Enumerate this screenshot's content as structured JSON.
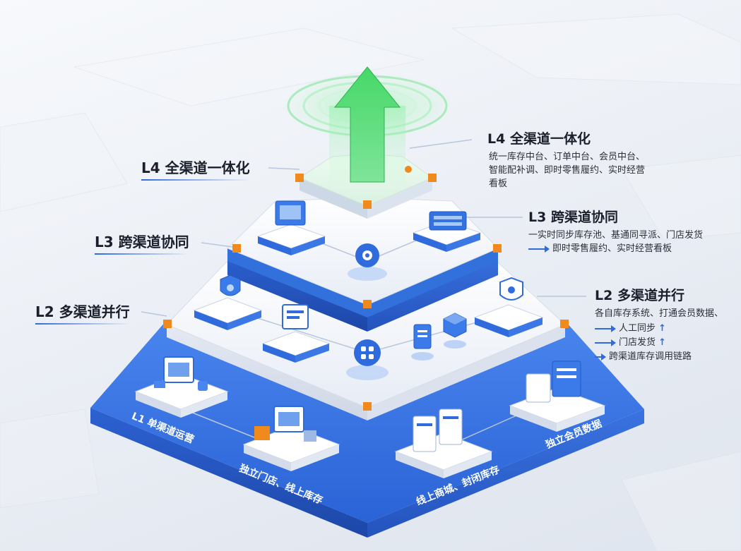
{
  "left_labels": {
    "l4": "L4 全渠道一体化",
    "l3": "L3 跨渠道协同",
    "l2": "L2 多渠道并行"
  },
  "right_panels": {
    "l4": {
      "title": "L4 全渠道一体化",
      "line1": "统一库存中台、订单中台、会员中台、",
      "line2": "智能配补调、即时零售履约、实时经营",
      "line3": "看板"
    },
    "l3": {
      "title": "L3 跨渠道协同",
      "line1": "一实时同步库存池、基通同寻派、门店发货",
      "line2": "即时零售履约、实时经营看板"
    },
    "l2": {
      "title": "L2 多渠道并行",
      "line1": "各自库存系统、打通会员数据、",
      "line2": "人工同步",
      "line3": "门店发货",
      "line4": "跨渠道库存调用链路",
      "up_glyph": "↑"
    }
  },
  "base_labels": {
    "l1": "L1 单渠道运营",
    "store": "独立门店、线上库存",
    "mall": "线上商城、封闭库存",
    "member": "独立会员数据"
  },
  "colors": {
    "blue_main": "#2f6bdc",
    "blue_dark": "#1f4fb6",
    "green_arrow": "#39c85a",
    "orange_node": "#f08a1c",
    "white_tier": "#f3f6fb"
  },
  "icons": [
    "up-arrow-icon",
    "gear-icon",
    "grid-icon",
    "shield-icon",
    "monitor-icon",
    "server-icon",
    "clipboard-icon",
    "cube-icon"
  ]
}
